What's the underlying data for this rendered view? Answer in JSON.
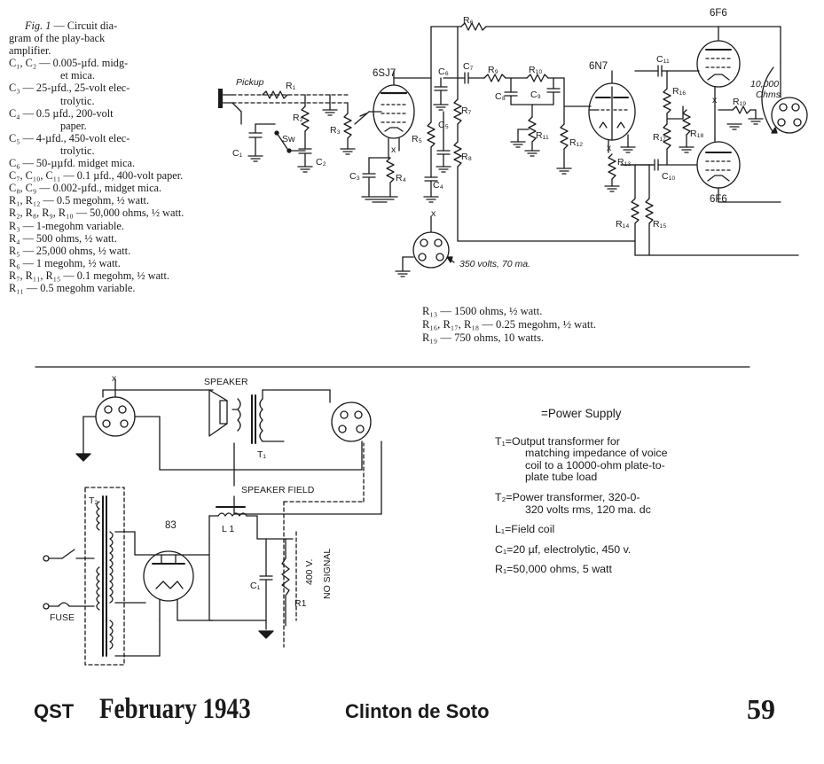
{
  "amplifier": {
    "caption_fig": "Fig. 1",
    "caption_text": " — Circuit dia-",
    "caption_lines": [
      "gram of the play-back",
      "amplifier."
    ],
    "parts_left": [
      {
        "text": "C₁, C₂ — 0.005-µfd. midg-",
        "indent": false
      },
      {
        "text": "et mica.",
        "indent": true
      },
      {
        "text": "C₃ — 25-µfd., 25-volt elec-",
        "indent": false
      },
      {
        "text": "trolytic.",
        "indent": true
      },
      {
        "text": "C₄ — 0.5 µfd., 200-volt",
        "indent": false
      },
      {
        "text": "paper.",
        "indent": true
      },
      {
        "text": "C₅ — 4-µfd., 450-volt elec-",
        "indent": false
      },
      {
        "text": "trolytic.",
        "indent": true
      },
      {
        "text": "C₆ — 50-µµfd. midget mica.",
        "indent": false
      },
      {
        "text": "C₇, C₁₀, C₁₁ — 0.1 µfd., 400-volt paper.",
        "indent": false
      },
      {
        "text": "C₈, C₉ — 0.002-µfd., midget mica.",
        "indent": false
      },
      {
        "text": "R₁, R₁₂ — 0.5 megohm, ½ watt.",
        "indent": false
      },
      {
        "text": "R₂, R₈, R₉, R₁₀ — 50,000 ohms, ½ watt.",
        "indent": false
      },
      {
        "text": "R₃ — 1-megohm variable.",
        "indent": false
      },
      {
        "text": "R₄ — 500 ohms, ½ watt.",
        "indent": false
      },
      {
        "text": "R₅ — 25,000 ohms, ½ watt.",
        "indent": false
      },
      {
        "text": "R₆ — 1 megohm, ½ watt.",
        "indent": false
      },
      {
        "text": "R₇, R₁₁, R₁₅ — 0.1 megohm, ½ watt.",
        "indent": false
      },
      {
        "text": "R₁₁ — 0.5 megohm variable.",
        "indent": false
      }
    ],
    "parts_right": [
      "R₁₃ — 1500 ohms, ½ watt.",
      "R₁₆, R₁₇, R₁₈ — 0.25 megohm, ½ watt.",
      "R₁₉ — 750 ohms, 10 watts."
    ],
    "labels": {
      "pickup": "Pickup",
      "sw": "Sw",
      "tube_6sj7": "6SJ7",
      "tube_6n7": "6N7",
      "tube_6f6_top": "6F6",
      "tube_6f6_bottom": "6F6",
      "supply": "350 volts, 70 ma.",
      "ohms_value": "10,000",
      "ohms_unit": "Ohms",
      "x": "x",
      "r1": "R₁",
      "r2": "R₂",
      "r3": "R₃",
      "r4": "R₄",
      "r5": "R₅",
      "r6": "R₆",
      "r7": "R₇",
      "r8": "R₈",
      "r9": "R₉",
      "r10": "R₁₀",
      "r11": "R₁₁",
      "r12": "R₁₂",
      "r13": "R₁₃",
      "r14": "R₁₄",
      "r15": "R₁₅",
      "r16": "R₁₆",
      "r17": "R₁₇",
      "r18": "R₁₈",
      "r19": "R₁₉",
      "c1": "C₁",
      "c2": "C₂",
      "c3": "C₃",
      "c4": "C₄",
      "c5": "C₅",
      "c6": "C₆",
      "c7": "C₇",
      "c8": "C₈",
      "c9": "C₉",
      "c10": "C₁₀",
      "c11": "C₁₁"
    }
  },
  "power_supply": {
    "labels": {
      "x": "x",
      "speaker": "SPEAKER",
      "speaker_field": "SPEAKER FIELD",
      "t1": "T₁",
      "t2": "T₂",
      "l1": "L 1",
      "tube_83": "83",
      "c1": "C₁",
      "r1": "R1",
      "volts": "400 V.",
      "no_signal": "NO SIGNAL",
      "fuse": "FUSE"
    },
    "legend_title": "=Power Supply",
    "legend": [
      {
        "lines": [
          "T₁=Output transformer for",
          "matching impedance of voice",
          "coil to a 10000-ohm plate-to-",
          "plate tube load"
        ]
      },
      {
        "lines": [
          "T₂=Power transformer, 320-0-",
          "320 volts rms, 120 ma. dc"
        ]
      },
      {
        "lines": [
          "L₁=Field coil"
        ]
      },
      {
        "lines": [
          "C₁=20 µf, electrolytic, 450 v."
        ]
      },
      {
        "lines": [
          "R₁=50,000 ohms, 5 watt"
        ]
      }
    ]
  },
  "footer": {
    "magazine": "QST",
    "date": "February 1943",
    "author": "Clinton de Soto",
    "page": "59"
  }
}
